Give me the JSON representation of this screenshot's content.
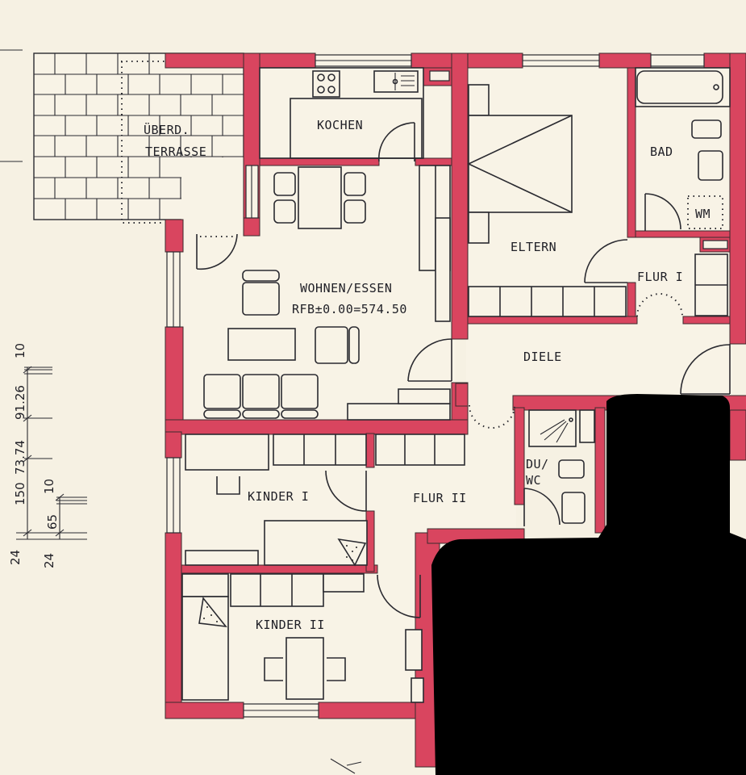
{
  "plan": {
    "title": "Floor plan",
    "colors": {
      "wall": "#d9455f",
      "paper": "#f6f1e3",
      "line": "#2a2a30",
      "redaction": "#000000"
    },
    "rooms": {
      "terrace_line1": "ÜBERD.",
      "terrace_line2": "TERRASSE",
      "kitchen": "KOCHEN",
      "living": "WOHNEN/ESSEN",
      "living_level": "RFB±0.00=574.50",
      "parents": "ELTERN",
      "bath": "BAD",
      "washer": "WM",
      "hall1": "FLUR I",
      "diele": "DIELE",
      "shower_line1": "DU/",
      "shower_line2": "WC",
      "child1": "KINDER I",
      "hall2": "FLUR II",
      "child2": "KINDER II"
    },
    "dimensions": {
      "outer": [
        "24",
        "150",
        "73.74",
        "91.26",
        "10"
      ],
      "inner": [
        "24",
        "65",
        "10"
      ]
    }
  }
}
